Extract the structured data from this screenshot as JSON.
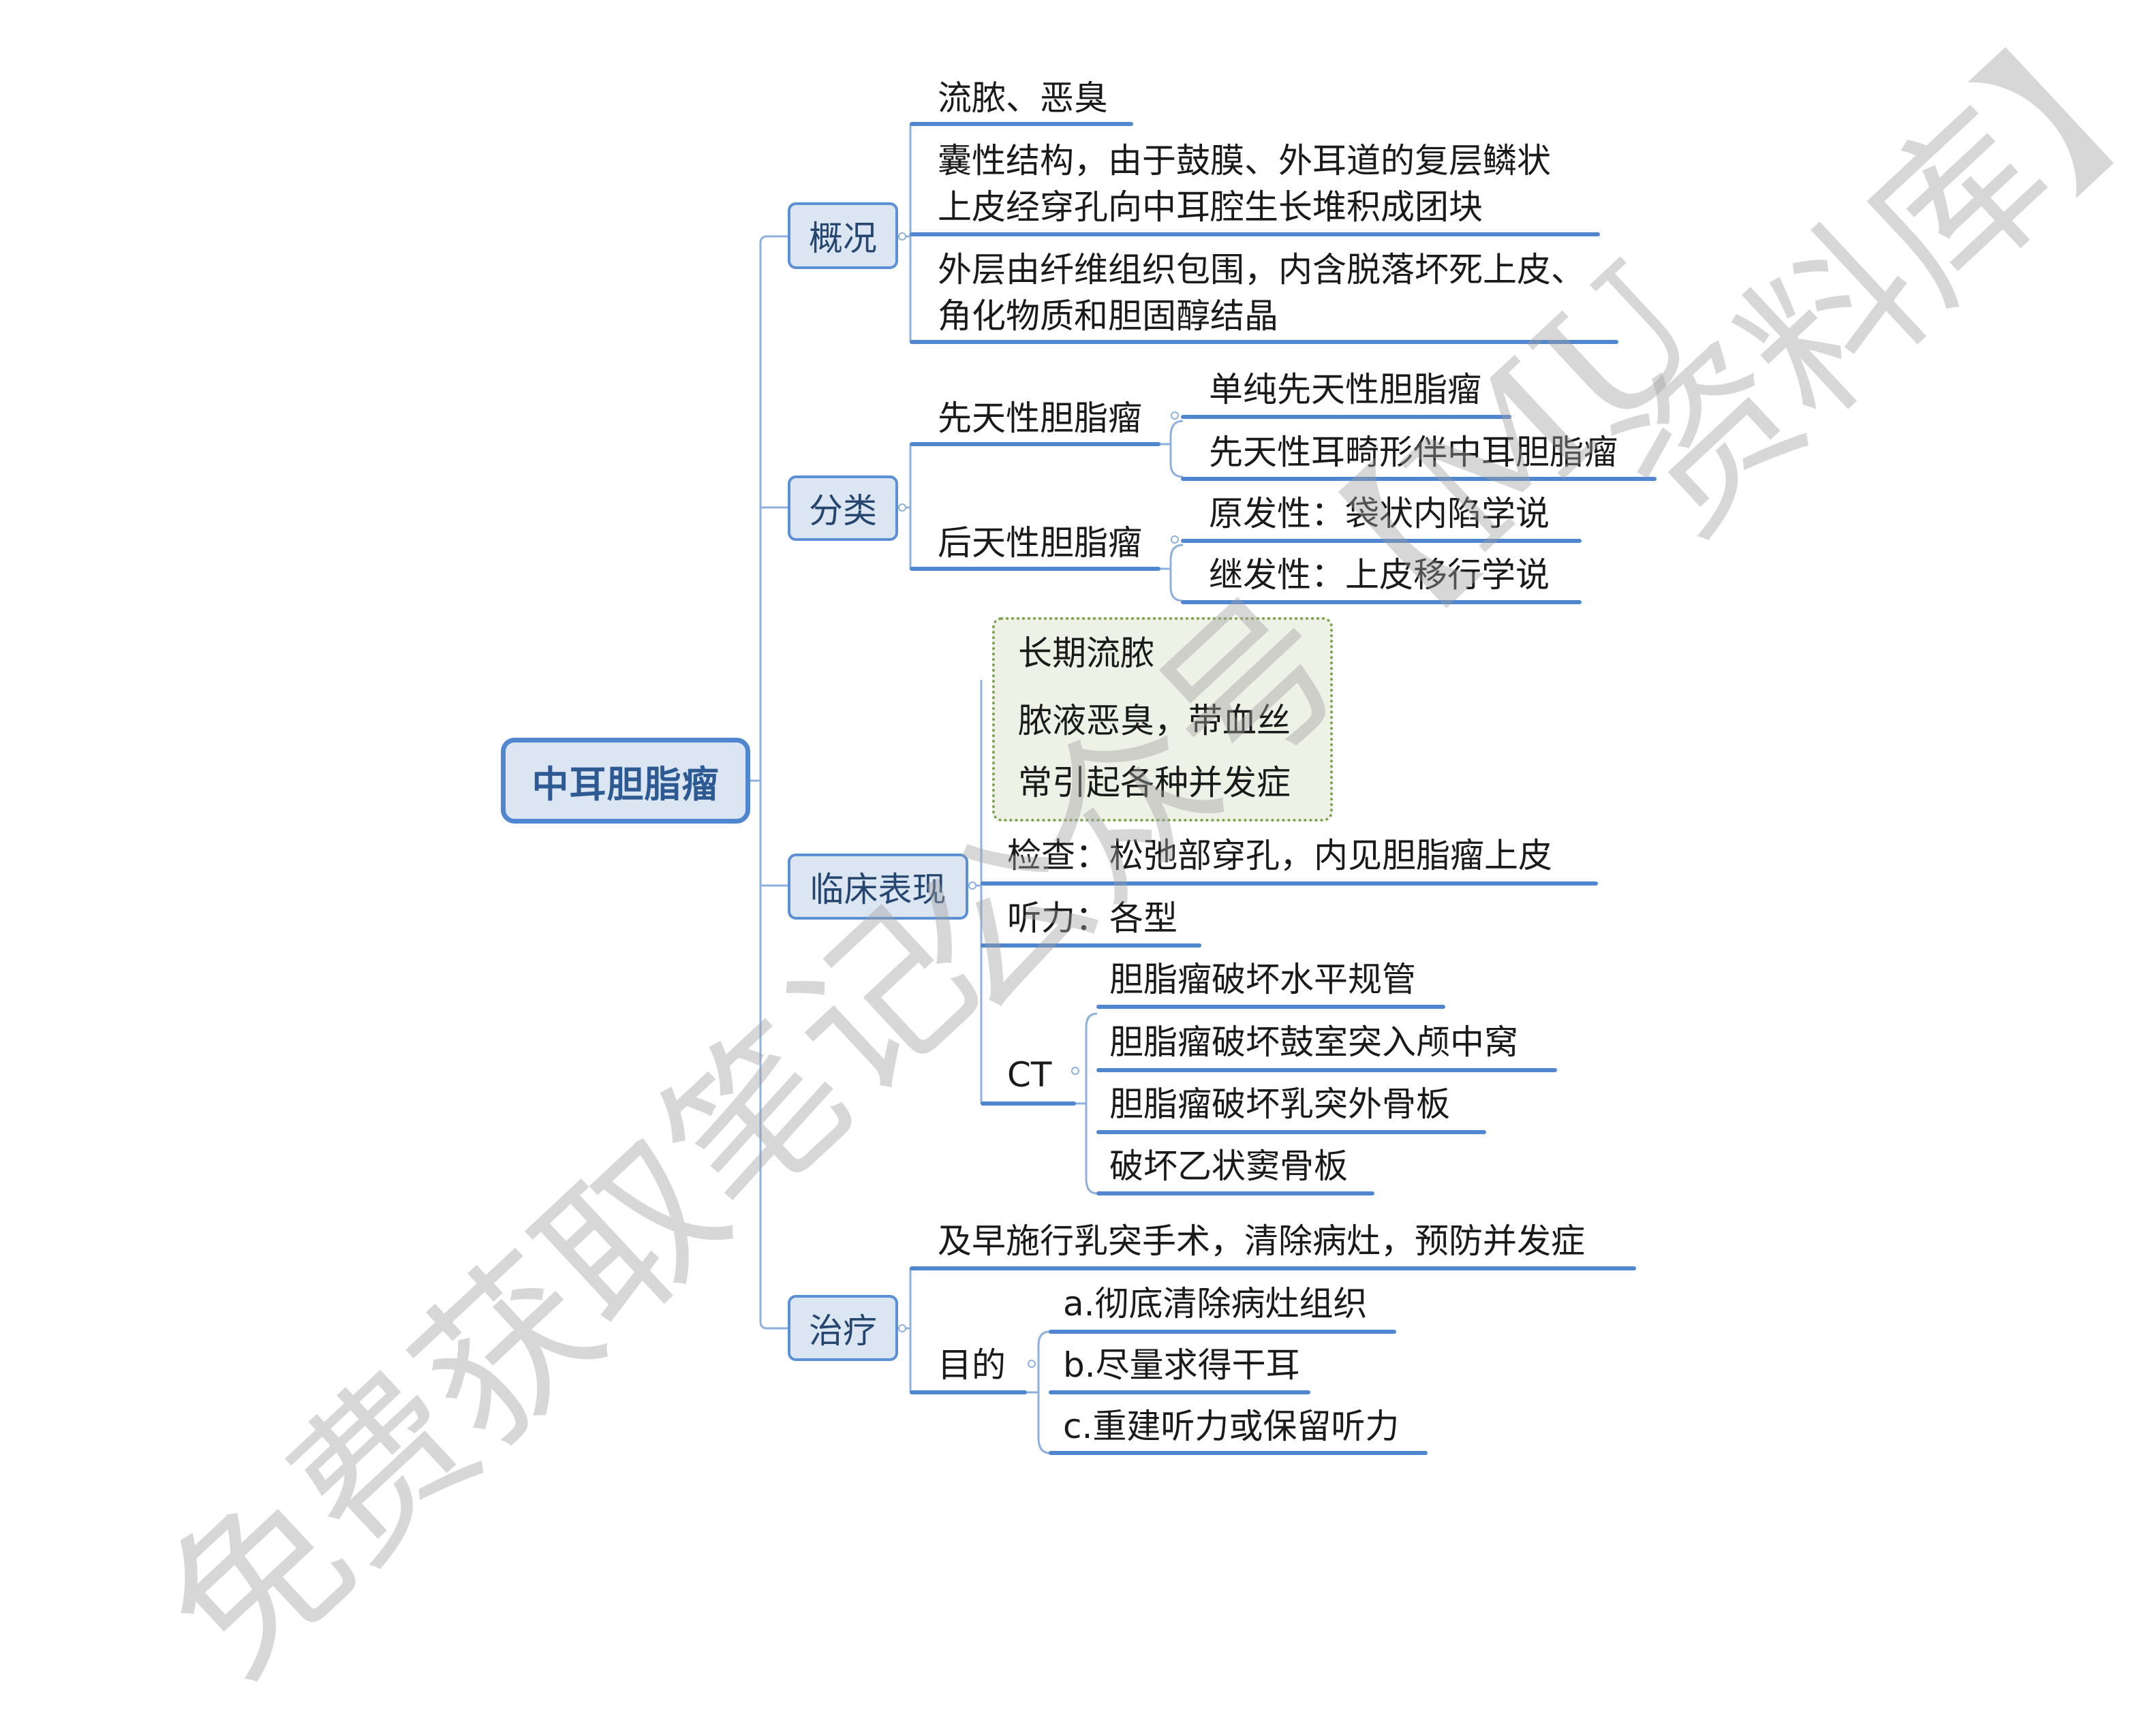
{
  "root": {
    "label": "中耳胆脂瘤"
  },
  "topics": {
    "overview": {
      "label": "概况",
      "children": [
        "流脓、恶臭",
        "囊性结构，由于鼓膜、外耳道的复层鳞状",
        "上皮经穿孔向中耳腔生长堆积成团块",
        "外层由纤维组织包围，内含脱落坏死上皮、",
        "角化物质和胆固醇结晶"
      ]
    },
    "classification": {
      "label": "分类",
      "congenital": {
        "label": "先天性胆脂瘤",
        "children": [
          "单纯先天性胆脂瘤",
          "先天性耳畸形伴中耳胆脂瘤"
        ]
      },
      "acquired": {
        "label": "后天性胆脂瘤",
        "children": [
          "原发性：袋状内陷学说",
          "继发性：上皮移行学说"
        ]
      }
    },
    "clinical": {
      "label": "临床表现",
      "grouped": [
        "长期流脓",
        "脓液恶臭，带血丝",
        "常引起各种并发症"
      ],
      "exam": "检查：松弛部穿孔，内见胆脂瘤上皮",
      "hearing": "听力：各型",
      "ct": {
        "label": "CT",
        "children": [
          "胆脂瘤破坏水平规管",
          "胆脂瘤破坏鼓室突入颅中窝",
          "胆脂瘤破坏乳突外骨板",
          "破坏乙状窦骨板"
        ]
      }
    },
    "treatment": {
      "label": "治疗",
      "principle": "及早施行乳突手术，清除病灶，预防并发症",
      "goal": {
        "label": "目的",
        "children": [
          "a.彻底清除病灶组织",
          "b.尽量求得干耳",
          "c.重建听力或保留听力"
        ]
      }
    }
  },
  "watermark": {
    "left": "免费获取笔记",
    "middle": "公众号【MU",
    "right": "资料库】"
  },
  "colors": {
    "line": "#5b8fd6",
    "thin_line": "#8fb0dc",
    "topic_fill": "#dce6f3",
    "topic_text": "#24466f",
    "group_border": "#7ea04c",
    "group_fill": "#eef2e6"
  }
}
